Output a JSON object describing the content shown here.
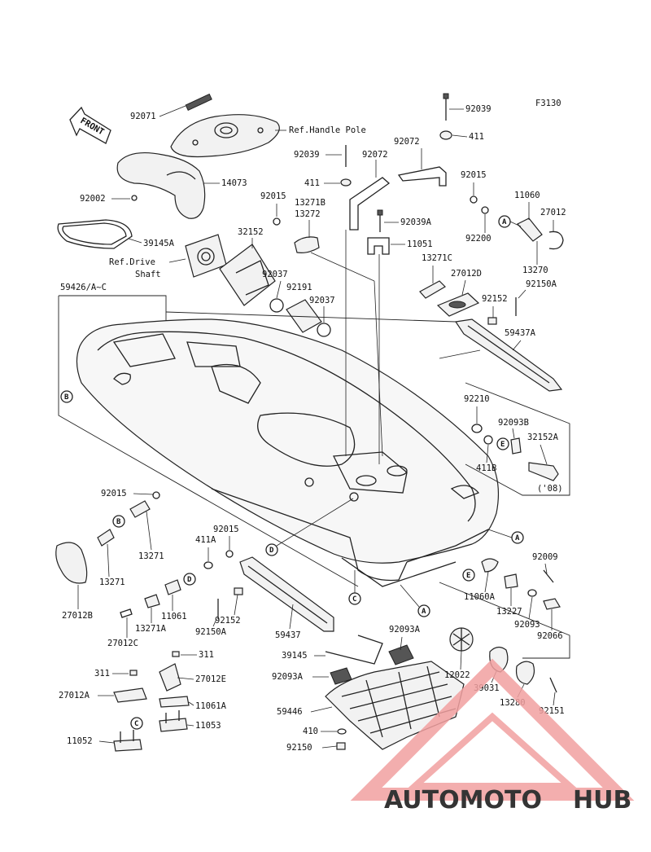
{
  "diagram_code": "F3130",
  "front_label": "FRONT",
  "refs": {
    "handle_pole": "Ref.Handle Pole",
    "drive_shaft_1": "Ref.Drive",
    "drive_shaft_2": "Shaft",
    "year_note": "('08)"
  },
  "labels": {
    "p92071": "92071",
    "p92039_top": "92039",
    "p411_top": "411",
    "p92039_mid": "92039",
    "p92072_mid": "92072",
    "p92072_right": "92072",
    "p14073": "14073",
    "p92002": "92002",
    "p411_mid": "411",
    "p92015_top": "92015",
    "p13271B": "13271B",
    "p13272": "13272",
    "p92015_right": "92015",
    "p11060": "11060",
    "p27012": "27012",
    "p92200": "92200",
    "p39145A": "39145A",
    "p32152": "32152",
    "p92039A": "92039A",
    "p11051": "11051",
    "p13270": "13270",
    "p13271C": "13271C",
    "p27012D": "27012D",
    "p92150A_top": "92150A",
    "p92037_a": "92037",
    "p92191": "92191",
    "p92037_b": "92037",
    "p92152_top": "92152",
    "p59426": "59426/A~C",
    "p59437A": "59437A",
    "p92210": "92210",
    "p92093B": "92093B",
    "p32152A": "32152A",
    "p411B": "411B",
    "p92015_left": "92015",
    "p13271_a": "13271",
    "p13271_b": "13271",
    "p27012B": "27012B",
    "p92015_mid": "92015",
    "p411A": "411A",
    "p11061": "11061",
    "p13271A": "13271A",
    "p27012C": "27012C",
    "p92152_mid": "92152",
    "p92150A_mid": "92150A",
    "p59437": "59437",
    "p92009": "92009",
    "p11060A": "11060A",
    "p13227": "13227",
    "p92093": "92093",
    "p92066": "92066",
    "p39145": "39145",
    "p92093A_a": "92093A",
    "p92093A_b": "92093A",
    "p12022": "12022",
    "p39031": "39031",
    "p13280": "13280",
    "p92151": "92151",
    "p311_a": "311",
    "p27012E": "27012E",
    "p311_b": "311",
    "p27012A": "27012A",
    "p11061A": "11061A",
    "p11053": "11053",
    "p11052": "11052",
    "p59446": "59446",
    "p410": "410",
    "p92150": "92150"
  },
  "bubbles": {
    "A": "A",
    "B": "B",
    "C": "C",
    "D": "D",
    "E": "E"
  },
  "watermark": {
    "text_light": "AUTOMOTO",
    "text_dark": "HUB",
    "color_light": "#f5b07a",
    "color_dark": "#555555",
    "triangle_color": "#f2a0a0"
  }
}
